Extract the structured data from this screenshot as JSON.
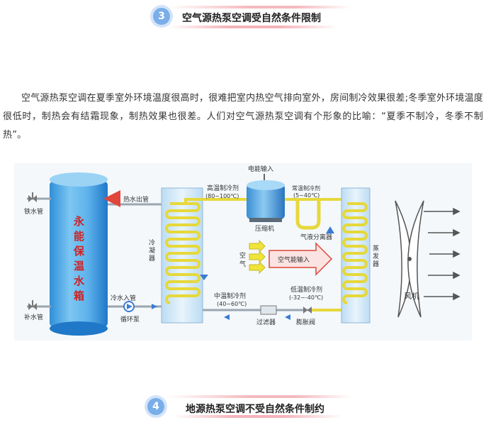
{
  "section3": {
    "number": "3",
    "title": "空气源热泵空调受自然条件限制"
  },
  "paragraph": "空气源热泵空调在夏季室外环境温度很高时，很难把室内热空气排向室外，房间制冷效果很差;冬季室外环境温度很低时，制热会有结霜现象，制热效果也很差。人们对空气源热泵空调有个形象的比喻：“夏季不制冷，冬季不制热”。",
  "diagram": {
    "tank_label": [
      "永",
      "能",
      "保",
      "温",
      "水",
      "箱"
    ],
    "iron_pipe": "铁水管",
    "supply_pipe": "补水管",
    "hot_water_out": "热水出管",
    "cold_water_in": "冷水入管",
    "circ_pump": "循环泵",
    "condenser": [
      "冷",
      "凝",
      "器"
    ],
    "power_input": "电能输入",
    "compressor": "压缩机",
    "high_temp_refrigerant": "高温制冷剂",
    "high_temp_range": "(80~100℃)",
    "normal_temp_refrigerant": "常温制冷剂",
    "normal_temp_range": "(5~40℃)",
    "gas_liquid_separator": "气液分离器",
    "air": [
      "空",
      "气"
    ],
    "air_energy_input": "空气能输入",
    "mid_temp_refrigerant": "中温制冷剂",
    "mid_temp_range": "(40~60℃)",
    "low_temp_refrigerant": "低温制冷剂",
    "low_temp_range": "(-32~-40℃)",
    "filter": "过滤器",
    "expansion_valve": "膨胀阀",
    "evaporator": [
      "蒸",
      "发",
      "器"
    ],
    "fan": "风机"
  },
  "section4": {
    "number": "4",
    "title": "地源热泵空调不受自然条件制约"
  },
  "colors": {
    "badge": "#7aaee9",
    "pink_bar": "#f5b9bd",
    "coil": "#e6d83a",
    "tank": "#4aa6e6",
    "arrow_red": "#e0463b",
    "arrow_blue": "#3a7bd5"
  }
}
